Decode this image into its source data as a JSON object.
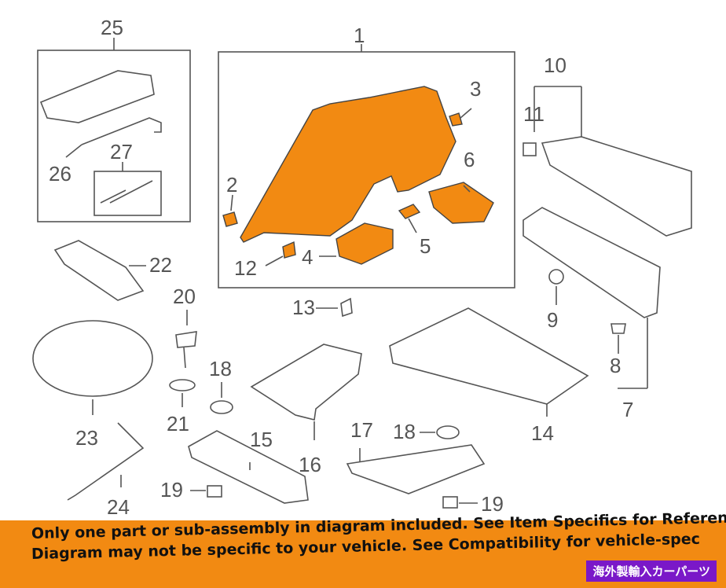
{
  "diagram": {
    "callouts": {
      "c1": "1",
      "c2": "2",
      "c3": "3",
      "c4": "4",
      "c5": "5",
      "c6": "6",
      "c7": "7",
      "c8": "8",
      "c9": "9",
      "c10": "10",
      "c11": "11",
      "c12": "12",
      "c13": "13",
      "c14": "14",
      "c15": "15",
      "c16": "16",
      "c17": "17",
      "c18a": "18",
      "c18b": "18",
      "c19a": "19",
      "c19b": "19",
      "c20": "20",
      "c21": "21",
      "c22": "22",
      "c23": "23",
      "c24": "24",
      "c25": "25",
      "c26": "26",
      "c27": "27"
    },
    "colors": {
      "part_fill": "#f28a12",
      "line": "#555555",
      "banner": "#f28a12",
      "stamp": "#7a18c8"
    }
  },
  "banner": {
    "line1": "Only one part or sub-assembly in diagram included. See Item Specifics for Reference #.",
    "line2": "Diagram may not be specific to your vehicle. See Compatibility for vehicle-spec",
    "stamp": "海外製輸入カーパーツ"
  }
}
